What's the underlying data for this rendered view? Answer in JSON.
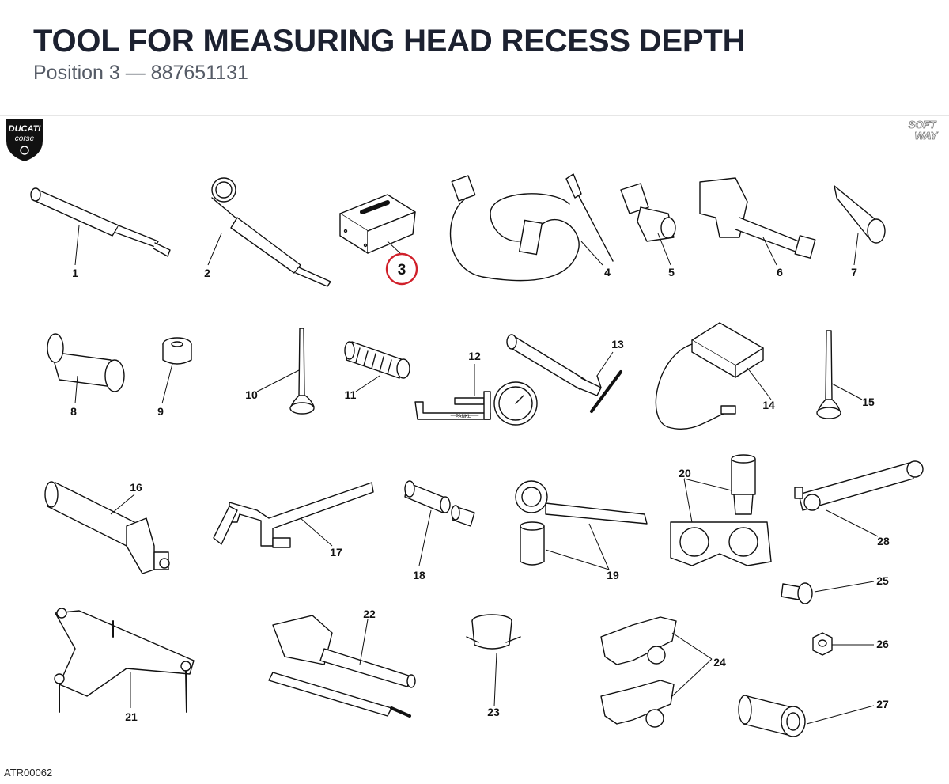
{
  "header": {
    "title": "TOOL FOR MEASURING HEAD RECESS DEPTH",
    "subtitle": "Position 3 — 887651131"
  },
  "logos": {
    "left_brand": "DUCATI",
    "left_brand_sub": "corse",
    "right_brand_top": "SOFT",
    "right_brand_bottom": "WAY"
  },
  "figure": {
    "highlighted_position": "3",
    "highlight_color": "#d0202a",
    "callouts": [
      "1",
      "2",
      "3",
      "4",
      "5",
      "6",
      "7",
      "8",
      "9",
      "10",
      "11",
      "12",
      "13",
      "14",
      "15",
      "16",
      "17",
      "18",
      "19",
      "20",
      "21",
      "22",
      "23",
      "24",
      "25",
      "26",
      "27",
      "28"
    ],
    "engraving": "PANKL"
  },
  "footer": {
    "code": "ATR00062"
  }
}
